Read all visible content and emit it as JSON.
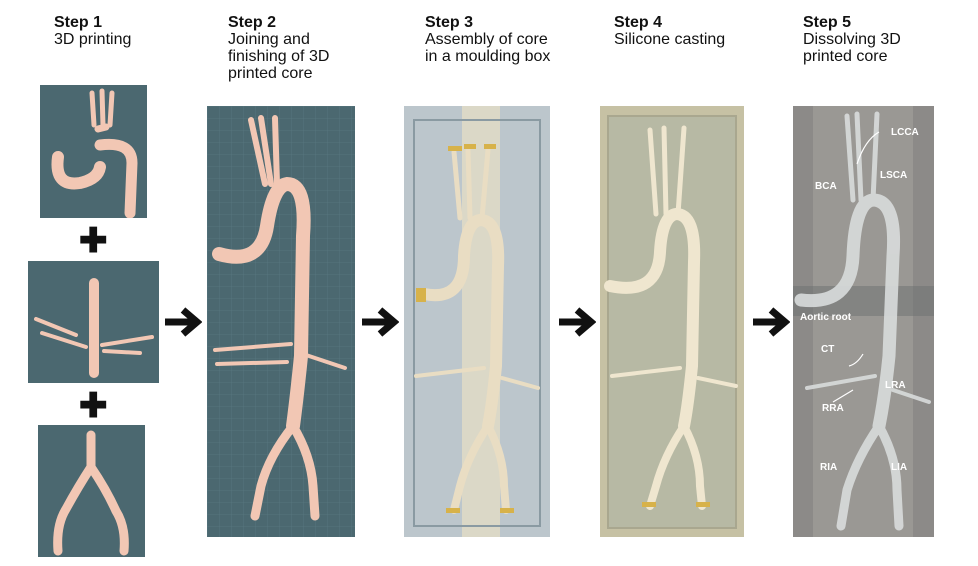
{
  "steps": [
    {
      "title": "Step 1",
      "desc": "3D printing"
    },
    {
      "title": "Step 2",
      "desc": "Joining and\nfinishing of 3D\nprinted core"
    },
    {
      "title": "Step 3",
      "desc": "Assembly of core\nin a moulding box"
    },
    {
      "title": "Step 4",
      "desc": "Silicone casting"
    },
    {
      "title": "Step 5",
      "desc": "Dissolving 3D\nprinted core"
    }
  ],
  "plus_symbol": "✚",
  "labels": {
    "lcca": "LCCA",
    "bca": "BCA",
    "lsca": "LSCA",
    "aortic_root": "Aortic root",
    "ct": "CT",
    "lra": "LRA",
    "rra": "RRA",
    "ria": "RIA",
    "lia": "LIA"
  },
  "colors": {
    "mat": "#4b6870",
    "core": "#f2c7b4",
    "arrow": "#111111",
    "box": "#bcc6cc",
    "silicone": "#c6c1a4"
  }
}
